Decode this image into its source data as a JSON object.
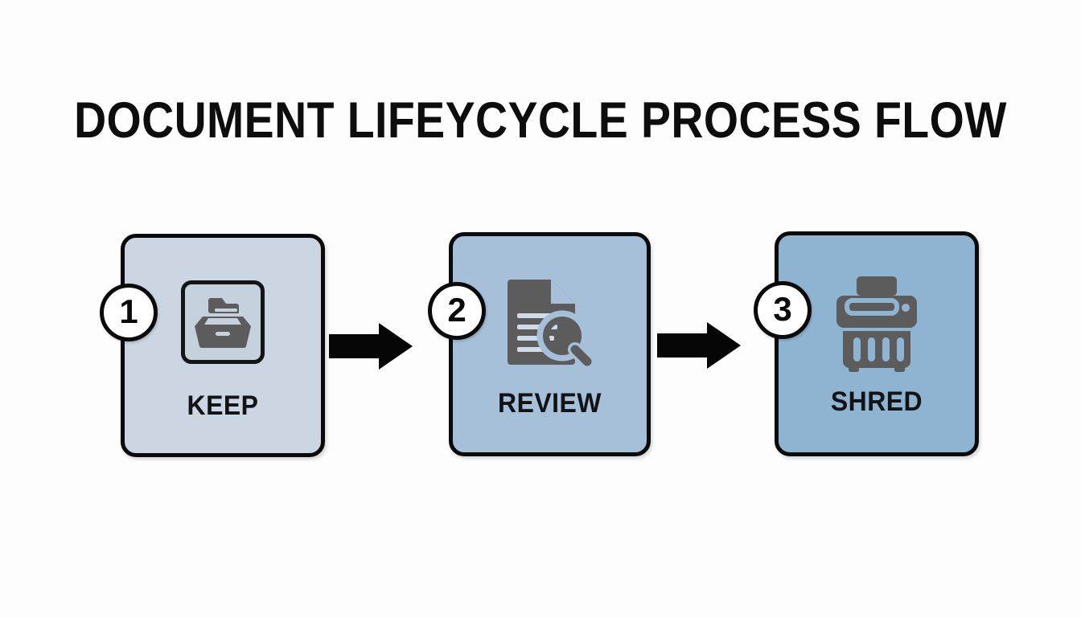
{
  "page": {
    "title": "DOCUMENT LIFEYCYCLE PROCESS FLOW",
    "background_color": "#fdfdfe",
    "outline_color": "#0a0a0a",
    "icon_color": "#5a5a5a"
  },
  "steps": [
    {
      "number": "1",
      "label": "KEEP",
      "icon": "file-box-icon",
      "card_color": "#ccd6e2",
      "has_icon_frame": true
    },
    {
      "number": "2",
      "label": "REVIEW",
      "icon": "document-search-icon",
      "card_color": "#a5c0d8",
      "has_icon_frame": false
    },
    {
      "number": "3",
      "label": "SHRED",
      "icon": "paper-shredder-icon",
      "card_color": "#8fb4d2",
      "has_icon_frame": false
    }
  ],
  "connectors": [
    {
      "name": "arrow-keep-to-review",
      "direction": "right",
      "color": "#050505"
    },
    {
      "name": "arrow-review-to-shred",
      "direction": "right",
      "color": "#050505"
    }
  ]
}
